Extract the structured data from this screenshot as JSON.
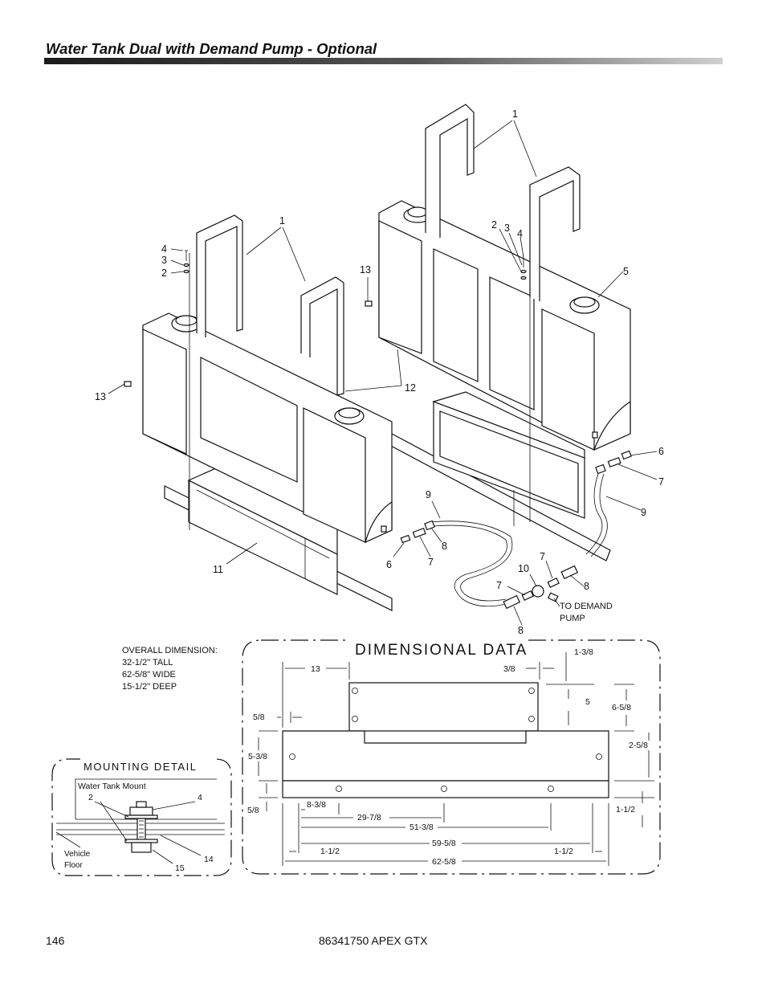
{
  "page": {
    "title": "Water Tank Dual with Demand Pump - Optional",
    "page_number": "146",
    "doc_ref": "86341750  APEX GTX"
  },
  "overall": {
    "heading": "OVERALL DIMENSION:",
    "lines": [
      "32-1/2\" TALL",
      "62-5/8\" WIDE",
      "15-1/2\" DEEP"
    ]
  },
  "dimensional": {
    "title": "DIMENSIONAL DATA",
    "labels": {
      "d_13": "13",
      "d_3_8": "3/8",
      "d_1_3_8": "1-3/8",
      "d_5": "5",
      "d_6_5_8": "6-5/8",
      "d_5_8a": "5/8",
      "d_2_5_8": "2-5/8",
      "d_5_3_8": "5-3/8",
      "d_5_8b": "5/8",
      "d_8_3_8": "8-3/8",
      "d_29_7_8": "29-7/8",
      "d_51_3_8": "51-3/8",
      "d_59_5_8": "59-5/8",
      "d_1_1_2a": "1-1/2",
      "d_1_1_2b": "1-1/2",
      "d_62_5_8": "62-5/8",
      "d_1_1_2c": "1-1/2"
    }
  },
  "mounting": {
    "title": "MOUNTING DETAIL",
    "mount_label": "Water Tank Mount",
    "floor_label_1": "Vehicle",
    "floor_label_2": "Floor",
    "callouts": {
      "c2": "2",
      "c4": "4",
      "c14": "14",
      "c15": "15"
    }
  },
  "exploded": {
    "callouts": {
      "c1a": "1",
      "c1b": "1",
      "c2a": "2",
      "c3a": "3",
      "c4a": "4",
      "c2b": "2",
      "c3b": "3",
      "c4b": "4",
      "c5": "5",
      "c13a": "13",
      "c13b": "13",
      "c12": "12",
      "c11": "11",
      "c6a": "6",
      "c7a": "7",
      "c8a": "8",
      "c9a": "9",
      "c6b": "6",
      "c7b": "7",
      "c9b": "9",
      "c10": "10",
      "c7c": "7",
      "c8b": "8",
      "c7d": "7",
      "c8c": "8"
    },
    "to_pump_1": "TO DEMAND",
    "to_pump_2": "PUMP"
  }
}
